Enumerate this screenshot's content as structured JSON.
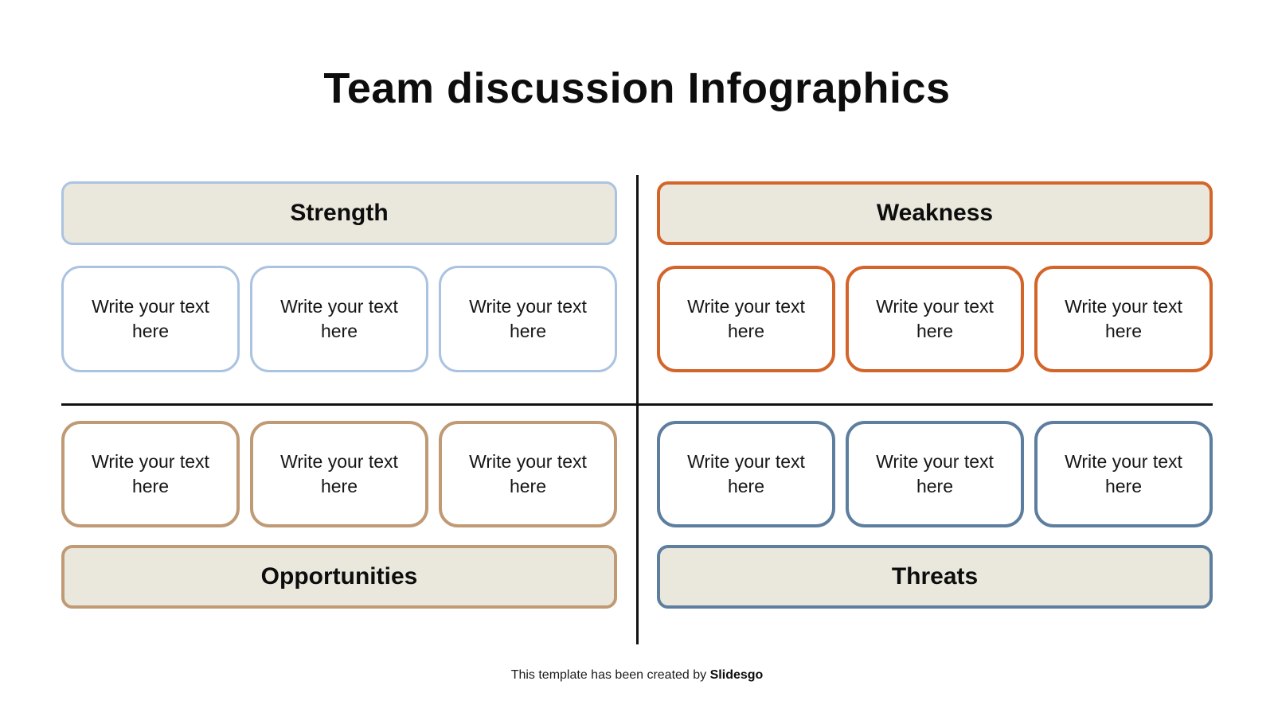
{
  "title": "Team discussion Infographics",
  "quadrants": {
    "strength": {
      "label": "Strength",
      "accent": "#abc3e1",
      "items": [
        "Write your text here",
        "Write your text here",
        "Write your text here"
      ]
    },
    "weakness": {
      "label": "Weakness",
      "accent": "#d4652a",
      "items": [
        "Write your text here",
        "Write your text here",
        "Write your text here"
      ]
    },
    "opportunities": {
      "label": "Opportunities",
      "accent": "#bf9a74",
      "items": [
        "Write your text here",
        "Write your text here",
        "Write your text here"
      ]
    },
    "threats": {
      "label": "Threats",
      "accent": "#5d7e9e",
      "items": [
        "Write your text here",
        "Write your text here",
        "Write your text here"
      ]
    }
  },
  "footer": {
    "text": "This template has been created by",
    "brand": "Slidesgo"
  },
  "colors": {
    "background": "#ffffff",
    "header_fill": "#eae8dc",
    "divider": "#111111",
    "title_text": "#0d0d0d"
  }
}
